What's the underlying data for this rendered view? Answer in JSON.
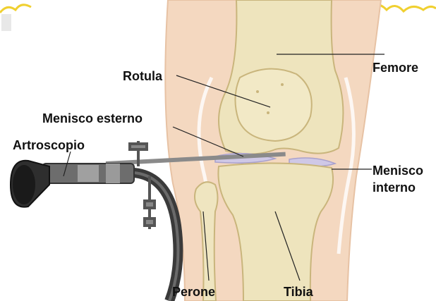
{
  "labels": {
    "rotula": "Rotula",
    "femore": "Femore",
    "menisco_esterno": "Menisco esterno",
    "artroscopio": "Artroscopio",
    "menisco_interno_line1": "Menisco",
    "menisco_interno_line2": "interno",
    "perone": "Perone",
    "tibia": "Tibia"
  },
  "colors": {
    "skin": "#f2d3b8",
    "bone": "#efe4bb",
    "bone_shadow": "#d8c68e",
    "cartilage": "#c9c2e0",
    "instrument": "#555555",
    "watermark": "#f0d030"
  }
}
